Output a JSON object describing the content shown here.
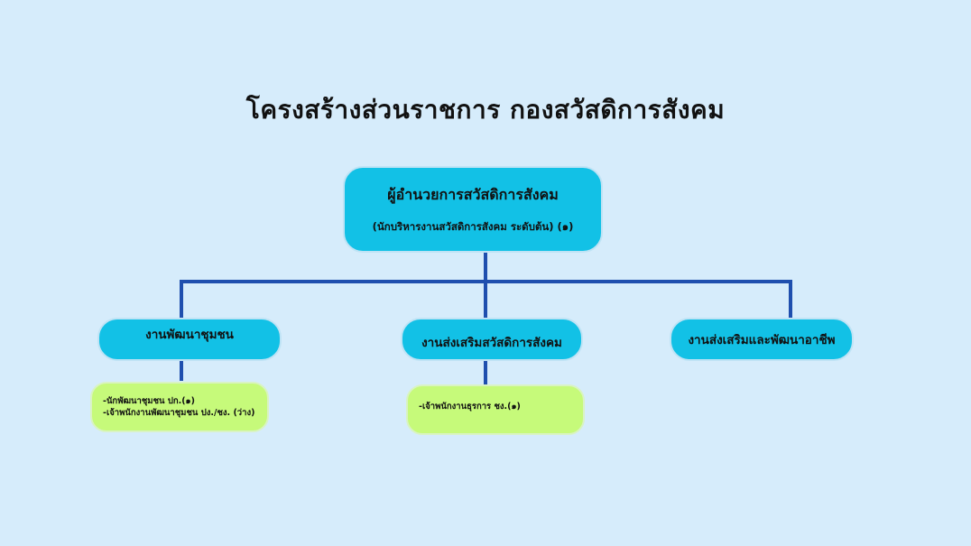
{
  "title": "โครงสร้างส่วนราชการ  กองสวัสดิการสังคม",
  "director": {
    "title": "ผู้อำนวยการสวัสดิการสังคม",
    "subtitle": "(นักบริหารงานสวัสดิการสังคม ระดับต้น) (๑)"
  },
  "departments": [
    {
      "name": "งานพัฒนาชุมชน",
      "staff": [
        "-นักพัฒนาชุมชน  ปก.(๑)",
        "-เจ้าพนักงานพัฒนาชุมชน ปง./ชง. (ว่าง)"
      ]
    },
    {
      "name": "งานส่งเสริมสวัสดิการสังคม",
      "staff": [
        "-เจ้าพนักงานธุรการ  ชง.(๑)"
      ]
    },
    {
      "name": "งานส่งเสริมและพัฒนาอาชีพ",
      "staff": []
    }
  ],
  "colors": {
    "background": "#d6ecfb",
    "box_blue": "#12c1e6",
    "box_green": "#c6fa7a",
    "connector": "#1f4fae"
  }
}
